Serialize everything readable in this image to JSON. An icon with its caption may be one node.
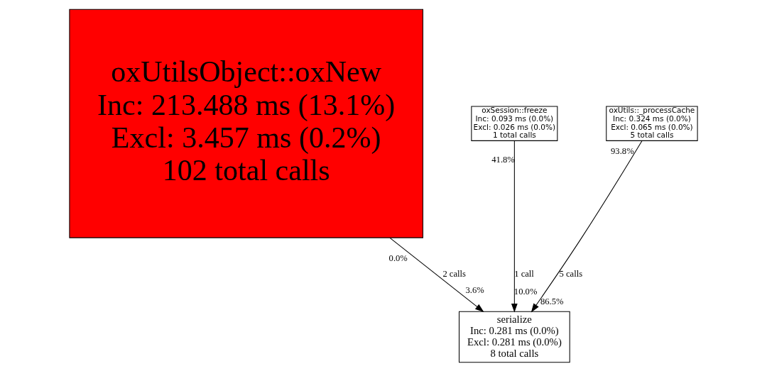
{
  "diagram": {
    "nodes": [
      {
        "text": [
          "oxUtilsObject::oxNew",
          "Inc: 213.488 ms (13.1%)",
          "Excl: 3.457 ms (0.2%)",
          "102 total calls"
        ]
      },
      {
        "text": [
          "oxSession::freeze",
          "Inc: 0.093 ms (0.0%)",
          "Excl: 0.026 ms (0.0%)",
          "1 total calls"
        ]
      },
      {
        "text": [
          "oxUtils::_processCache",
          "Inc: 0.324 ms (0.0%)",
          "Excl: 0.065 ms (0.0%)",
          "5 total calls"
        ]
      },
      {
        "text": [
          "serialize",
          "Inc: 0.281 ms (0.0%)",
          "Excl: 0.281 ms (0.0%)",
          "8 total calls"
        ]
      }
    ],
    "edges": [
      {
        "from": 0,
        "to": 3,
        "arrow": "to",
        "label": "2 calls"
      },
      {
        "from": 1,
        "to": 3,
        "arrow": "to",
        "label": "1 call"
      },
      {
        "from": 2,
        "to": 3,
        "arrow": "to",
        "label": "5 calls"
      }
    ],
    "labels": [
      "0.0%",
      "3.6%",
      "41.8%",
      "10.0%",
      "93.8%",
      "86.5%"
    ]
  }
}
